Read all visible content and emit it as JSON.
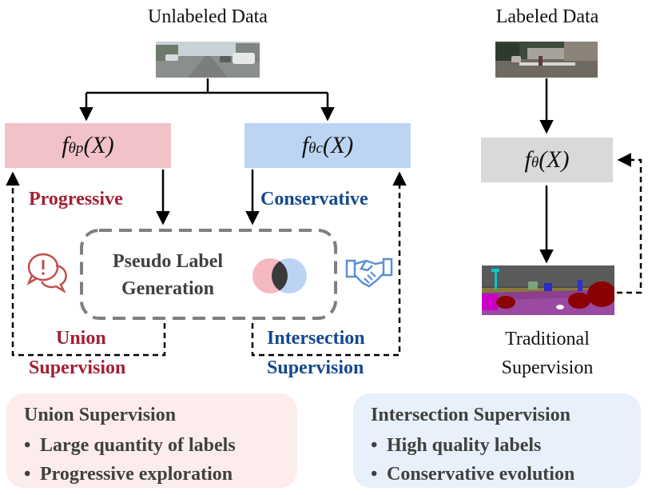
{
  "unlabeled_title": "Unlabeled Data",
  "labeled_title": "Labeled Data",
  "models": {
    "progressive": {
      "base": "f",
      "sub": "θp",
      "arg": "(X)"
    },
    "conservative": {
      "base": "f",
      "sub": "θc",
      "arg": "(X)"
    },
    "traditional": {
      "base": "f",
      "sub": "θ",
      "arg": "(X)"
    }
  },
  "labels": {
    "progressive": "Progressive",
    "conservative": "Conservative",
    "union_line1": "Union",
    "union_line2": "Supervision",
    "intersection_line1": "Intersection",
    "intersection_line2": "Supervision",
    "pseudo_line1": "Pseudo Label",
    "pseudo_line2": "Generation",
    "traditional_line1": "Traditional",
    "traditional_line2": "Supervision"
  },
  "union_panel": {
    "title": "Union Supervision",
    "bullets": [
      "Large quantity of labels",
      "Progressive exploration"
    ]
  },
  "intersection_panel": {
    "title": "Intersection Supervision",
    "bullets": [
      "High quality labels",
      "Conservative evolution"
    ]
  },
  "colors": {
    "progressive_box": "#f2c2c9",
    "conservative_box": "#bcd5f3",
    "traditional_box": "#d9d9d9",
    "union_panel_bg": "#fcecec",
    "intersection_panel_bg": "#e8f0fb",
    "red_text": "#a31f34",
    "blue_text": "#14488e"
  },
  "icons": [
    "speech-bubble-icon",
    "venn-diagram-icon",
    "handshake-icon",
    "street-image",
    "segmentation-image"
  ]
}
